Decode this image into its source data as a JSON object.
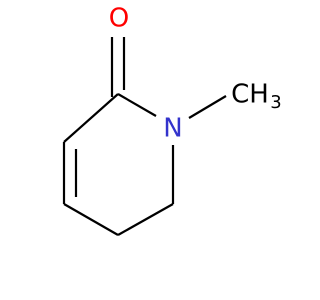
{
  "molecule": {
    "atoms": {
      "oxygen": {
        "symbol": "O",
        "color": "#ff0000"
      },
      "nitrogen": {
        "symbol": "N",
        "color": "#3333cc"
      },
      "methyl": {
        "symbol": "CH",
        "subscript": "3",
        "color": "#000000"
      }
    },
    "colors": {
      "bond": "#000000",
      "background": "#ffffff"
    }
  }
}
